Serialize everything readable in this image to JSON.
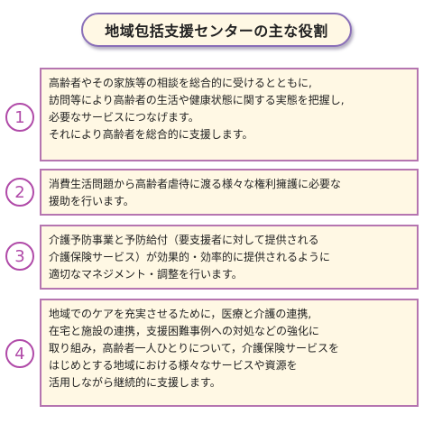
{
  "title": "地域包括支援センターの主な役割",
  "items": [
    {
      "number": "1",
      "lines": [
        "高齢者やその家族等の相談を総合的に受けるとともに,",
        "訪問等により高齢者の生活や健康状態に関する実態を把握し,",
        "必要なサービスにつなげます。",
        "それにより高齢者を総合的に支援します。"
      ]
    },
    {
      "number": "2",
      "lines": [
        "消費生活問題から高齢者虐待に渡る様々な権利擁護に必要な",
        "援助を行います。"
      ]
    },
    {
      "number": "3",
      "lines": [
        "介護予防事業と予防給付（要支援者に対して提供される",
        "介護保険サービス）が効果的・効率的に提供されるように",
        "適切なマネジメント・調整を行います。"
      ]
    },
    {
      "number": "4",
      "lines": [
        "地域でのケアを充実させるために，医療と介護の連携,",
        "在宅と施設の連携，支援困難事例への対処などの強化に",
        "取り組み，高齢者一人ひとりについて，介護保険サービスを",
        "はじめとする地域における様々なサービスや資源を",
        "活用しながら継続的に支援します。"
      ]
    }
  ],
  "colors": {
    "title_border": "#8a6fb8",
    "box_border": "#b575b0",
    "box_fill": "#fff8e4",
    "number_color": "#b04aa8"
  }
}
